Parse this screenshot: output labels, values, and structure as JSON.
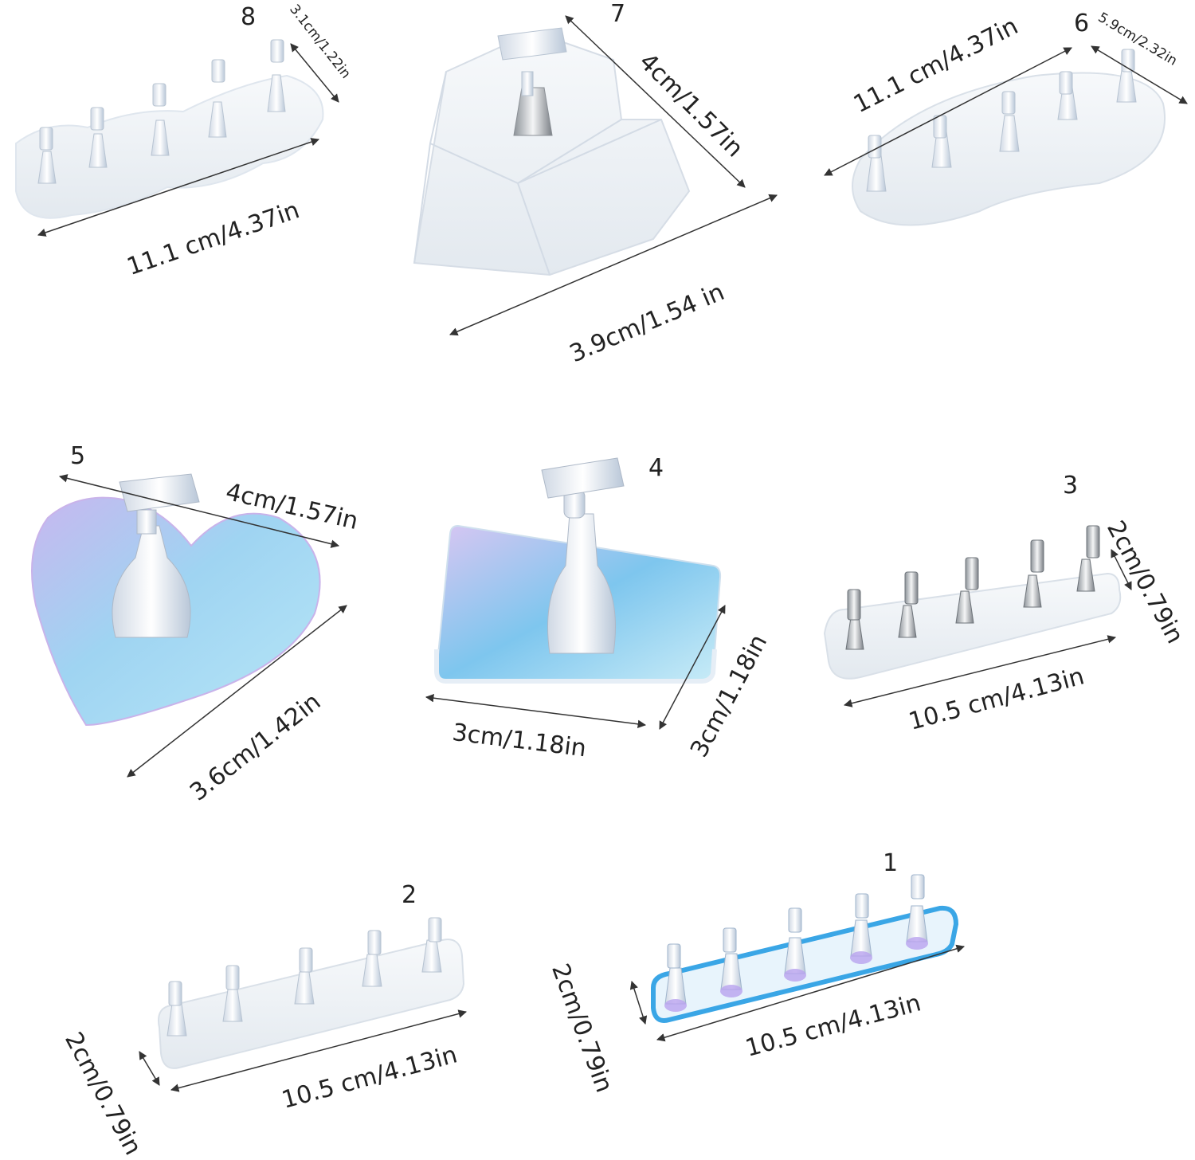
{
  "colors": {
    "background": "#ffffff",
    "resin_white": "#eef2f6",
    "holo_blue": "#9fd4f2",
    "holo_pink": "#d9b8ee",
    "chrome": "#bfc3c8",
    "scallop_blue": "#3aa6e6"
  },
  "products": [
    {
      "number": "8",
      "length": "11.1 cm/4.37in",
      "width": "3.1cm/1.22in"
    },
    {
      "number": "7",
      "height": "4cm/1.57in",
      "length": "3.9cm/1.54 in"
    },
    {
      "number": "6",
      "length": "11.1 cm/4.37in",
      "width": "5.9cm/2.32in"
    },
    {
      "number": "5",
      "height": "4cm/1.57in",
      "length": "3.6cm/1.42in"
    },
    {
      "number": "4",
      "length": "3cm/1.18in",
      "width": "3cm/1.18in"
    },
    {
      "number": "3",
      "length": "10.5 cm/4.13in",
      "height": "2cm/0.79in"
    },
    {
      "number": "2",
      "length": "10.5 cm/4.13in",
      "height": "2cm/0.79in"
    },
    {
      "number": "1",
      "length": "10.5 cm/4.13in",
      "height": "2cm/0.79in"
    }
  ]
}
